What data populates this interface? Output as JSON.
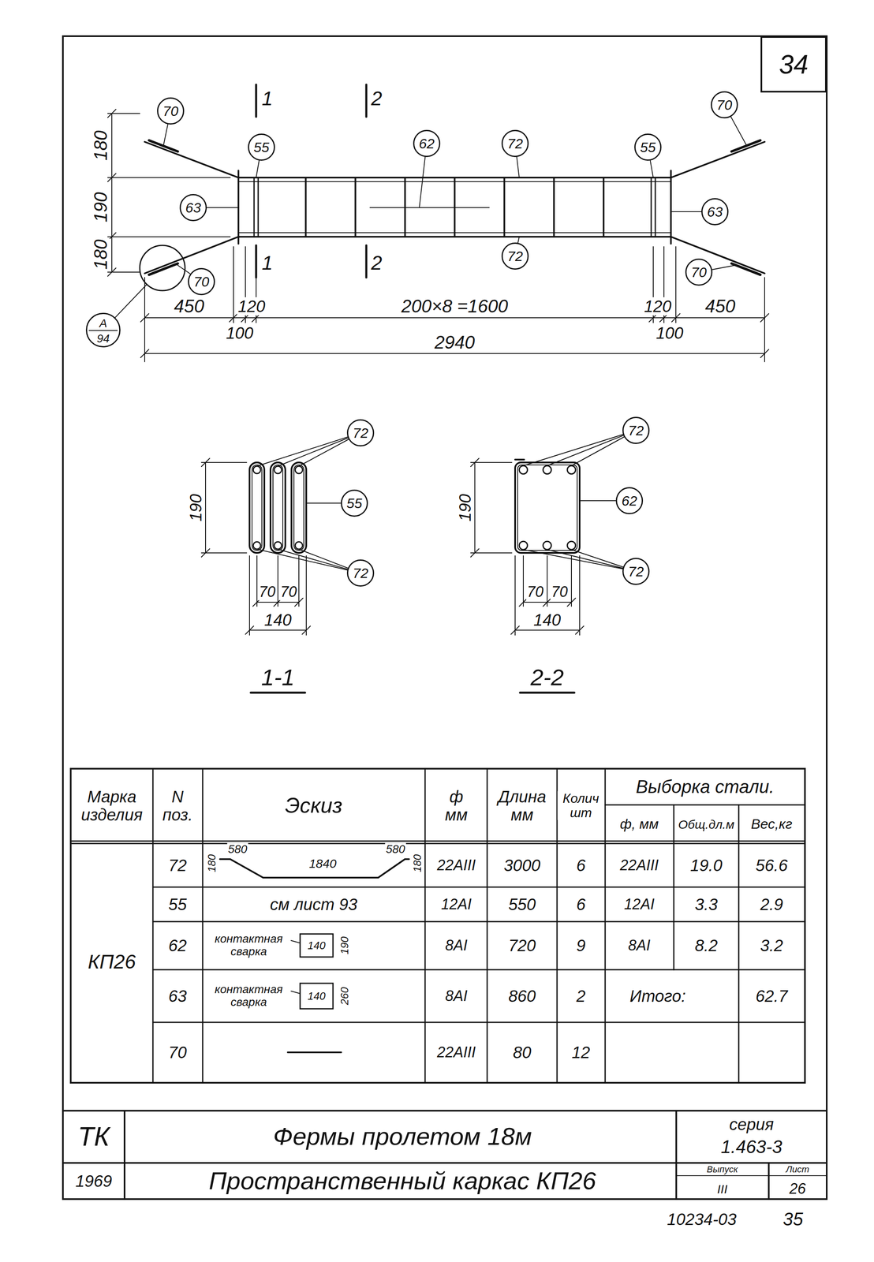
{
  "diagram": {
    "nodes": [
      {
        "text": [
          "34"
        ]
      },
      {
        "text": [
          "70"
        ]
      },
      {
        "text": [
          "55"
        ]
      },
      {
        "text": [
          "62"
        ]
      },
      {
        "text": [
          "72"
        ]
      },
      {
        "text": [
          "55"
        ]
      },
      {
        "text": [
          "70"
        ]
      },
      {
        "text": [
          "63"
        ]
      },
      {
        "text": [
          "63"
        ]
      },
      {
        "text": [
          "70"
        ]
      },
      {
        "text": [
          "72"
        ]
      },
      {
        "text": [
          "70"
        ]
      },
      {
        "text": [
          "А",
          "94"
        ]
      },
      {
        "text": [
          "72"
        ]
      },
      {
        "text": [
          "55"
        ]
      },
      {
        "text": [
          "72"
        ]
      },
      {
        "text": [
          "72"
        ]
      },
      {
        "text": [
          "62"
        ]
      },
      {
        "text": [
          "72"
        ]
      }
    ],
    "labels": [
      "1",
      "2",
      "1",
      "2",
      "180",
      "190",
      "180",
      "450",
      "120",
      "200×8 =1600",
      "120",
      "450",
      "100",
      "100",
      "2940",
      "190",
      "70",
      "70",
      "140",
      "1-1",
      "190",
      "70",
      "70",
      "140",
      "2-2",
      "Марка изделия",
      "N поз.",
      "Эскиз",
      "ф мм",
      "Длина мм",
      "Колич шт",
      "Выборка стали.",
      "ф, мм",
      "Общ.дл.м",
      "Вес,кг",
      "КП26",
      "72",
      "180",
      "580",
      "1840",
      "580",
      "180",
      "22АIII",
      "3000",
      "6",
      "22АIII",
      "19.0",
      "56.6",
      "55",
      "см лист 93",
      "12АI",
      "550",
      "6",
      "12АI",
      "3.3",
      "2.9",
      "62",
      "контактная сварка",
      "140",
      "190",
      "8АI",
      "720",
      "9",
      "8АI",
      "8.2",
      "3.2",
      "63",
      "контактная сварка",
      "140",
      "260",
      "8АI",
      "860",
      "2",
      "Итого:",
      "62.7",
      "70",
      "22АIII",
      "80",
      "12",
      "ТК",
      "Фермы пролетом 18м",
      "серия",
      "1.463-3",
      "1969",
      "Пространственный каркас КП26",
      "Выпуск",
      "III",
      "Лист",
      "26",
      "10234-03",
      "35"
    ]
  }
}
